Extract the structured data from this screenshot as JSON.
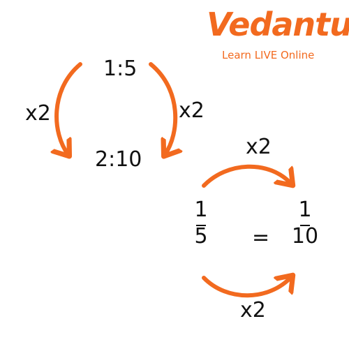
{
  "logo": {
    "wordmark": "Vedantu",
    "tagline": "Learn LIVE Online",
    "color": "#f26a1f"
  },
  "ratio": {
    "top": "1:5",
    "bottom": "2:10",
    "left_multiplier": "x2",
    "right_multiplier": "x2"
  },
  "fractions": {
    "top_multiplier": "x2",
    "bottom_multiplier": "x2",
    "left": {
      "numerator": "1",
      "denominator": "5"
    },
    "equals": "=",
    "right": {
      "numerator": "1",
      "denominator": "10"
    }
  },
  "arrow_color": "#f26a1f"
}
